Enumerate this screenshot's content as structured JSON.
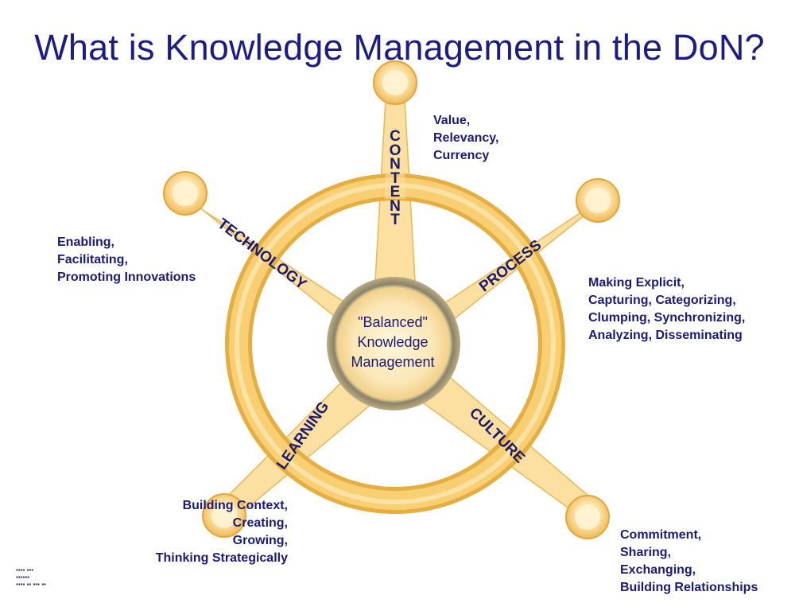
{
  "title": "What is Knowledge Management in the DoN?",
  "center": {
    "text": "\"Balanced\"\nKnowledge\nManagement"
  },
  "spokes": {
    "content": "CONTENT",
    "technology": "TECHNOLOGY",
    "process": "PROCESS",
    "learning": "LEARNING",
    "culture": "CULTURE"
  },
  "notes": {
    "content": "Value,\nRelevancy,\nCurrency",
    "technology": "Enabling,\nFacilitating,\nPromoting Innovations",
    "process": "Making Explicit,\nCapturing, Categorizing,\nClumping, Synchronizing,\nAnalyzing, Disseminating",
    "learning": "Building Context,\nCreating,\nGrowing,\nThinking Strategically",
    "culture": "Commitment,\nSharing,\nExchanging,\nBuilding Relationships"
  },
  "colors": {
    "wheel_fill": "#f6c862",
    "wheel_light": "#fbe2a8",
    "wheel_edge": "#e4aa3c",
    "hub_ring": "#9a9070",
    "text": "#1a1a7a"
  }
}
